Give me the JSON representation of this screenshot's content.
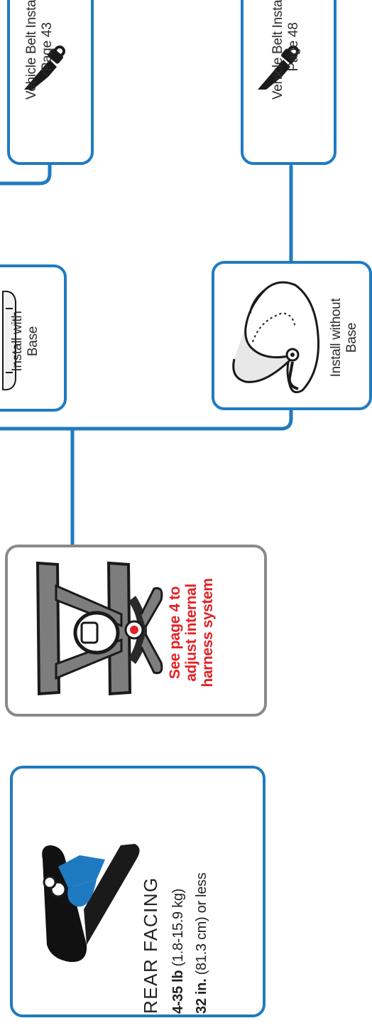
{
  "boxes": {
    "rear_facing": {
      "title": "REAR FACING",
      "weight_bold": "4-35 lb",
      "weight_rest": " (1.8-15.9 kg)",
      "height_bold": "32 in.",
      "height_rest": " (81.3 cm) or less"
    },
    "harness": {
      "line1": "See page 4 to",
      "line2": "adjust internal",
      "line3": "harness system"
    },
    "install_with_base": {
      "line1": "Install with",
      "line2": "Base"
    },
    "install_without_base": {
      "line1": "Install without",
      "line2": "Base"
    },
    "belt_install_top": {
      "line1": "Vehicle Belt Install",
      "line2": "Page 43"
    },
    "belt_install_bottom": {
      "line1": "Vehicle Belt Install",
      "line2": "Page 48"
    }
  },
  "colors": {
    "flow_blue": "#1f7bc1",
    "harness_gray": "#8a8a8a",
    "note_red": "#e32227"
  },
  "icons": [
    "car-seat-icon",
    "harness-icon",
    "base-icon",
    "carrier-icon",
    "seat-belt-icon"
  ]
}
